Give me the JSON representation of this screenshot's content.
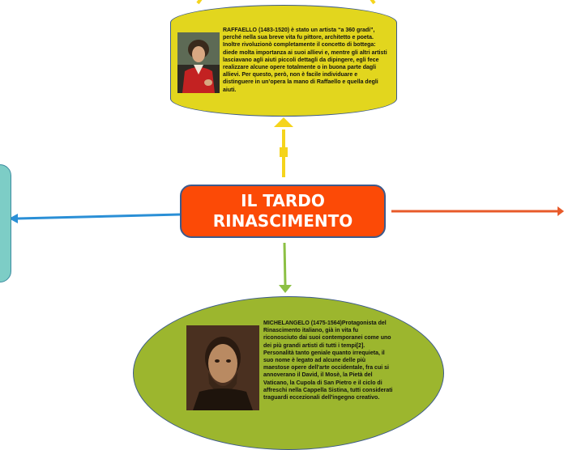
{
  "central_topic": {
    "title": "IL TARDO RINASCIMENTO"
  },
  "nodes": {
    "raffaello": {
      "text": "RAFFAELLO (1483-1520) è stato un artista “a 360 gradi”, perché nella sua breve vita fu pittore, architetto e poeta. Inoltre rivoluzionò completamente il concetto di bottega: diede molta importanza ai suoi allievi e, mentre gli altri artisti lasciavano agli aiuti piccoli dettagli da dipingere, egli fece realizzare alcune opere totalmente o in buona parte dagli allievi. Per questo, però, non è facile individuare e distinguere in un’opera la mano di Raffaello e quella degli aiuti."
    },
    "michelangelo": {
      "text": "MICHELANGELO (1475-1564)Protagonista del Rinascimento italiano, già in vita fu riconosciuto dai suoi contemporanei come uno dei più grandi artisti di tutti i tempi[2]. Personalità tanto geniale quanto irrequieta, il suo nome è legato ad alcune delle più maestose opere dell'arte occidentale, fra cui si annoverano il David, il Mosè, la Pietà del Vaticano, la Cupola di San Pietro e il ciclo di affreschi nella Cappella Sistina, tutti considerati traguardi eccezionali dell'ingegno creativo."
    }
  },
  "colors": {
    "central_fill": "#fc4a06",
    "raffaello_fill": "#e2d61e",
    "michelangelo_fill": "#9cb62e",
    "left_node_fill": "#7dcdc6",
    "connector_up": "#f5d41c",
    "connector_down": "#8cc044",
    "connector_left": "#2a8fd6",
    "connector_right": "#e85a2a"
  },
  "icons": {
    "raffaello_portrait": "portrait-painting",
    "michelangelo_portrait": "portrait-painting"
  }
}
